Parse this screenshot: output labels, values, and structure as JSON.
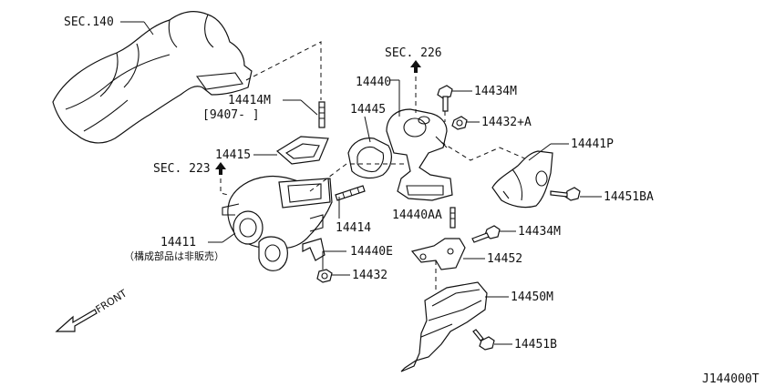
{
  "labels": {
    "sec140": "SEC.140",
    "sec226": "SEC. 226",
    "sec223": "SEC. 223",
    "p14414M": "14414M",
    "p9407": "[9407-  ]",
    "p14415": "14415",
    "p14440": "14440",
    "p14445": "14445",
    "p14434M_top": "14434M",
    "p14432A": "14432+A",
    "p14441P": "14441P",
    "p14451BA": "14451BA",
    "p14414": "14414",
    "p14440AA": "14440AA",
    "p14434M_mid": "14434M",
    "p14411": "14411",
    "p14411_note": "（構成部品は非販売）",
    "p14440E": "14440E",
    "p14452": "14452",
    "p14432": "14432",
    "p14450M": "14450M",
    "p14451B": "14451B",
    "front": "FRONT",
    "code": "J144000T"
  }
}
